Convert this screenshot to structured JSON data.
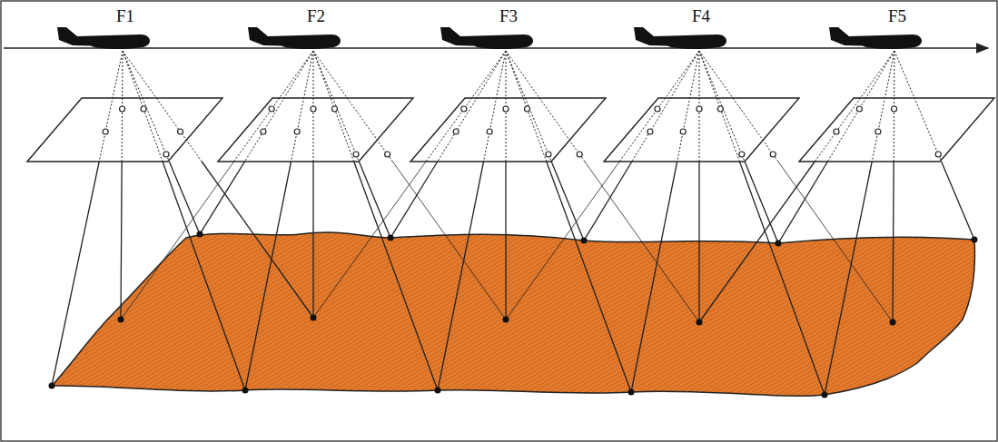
{
  "diagram": {
    "labels": [
      "F1",
      "F2",
      "F3",
      "F4",
      "F5"
    ]
  }
}
